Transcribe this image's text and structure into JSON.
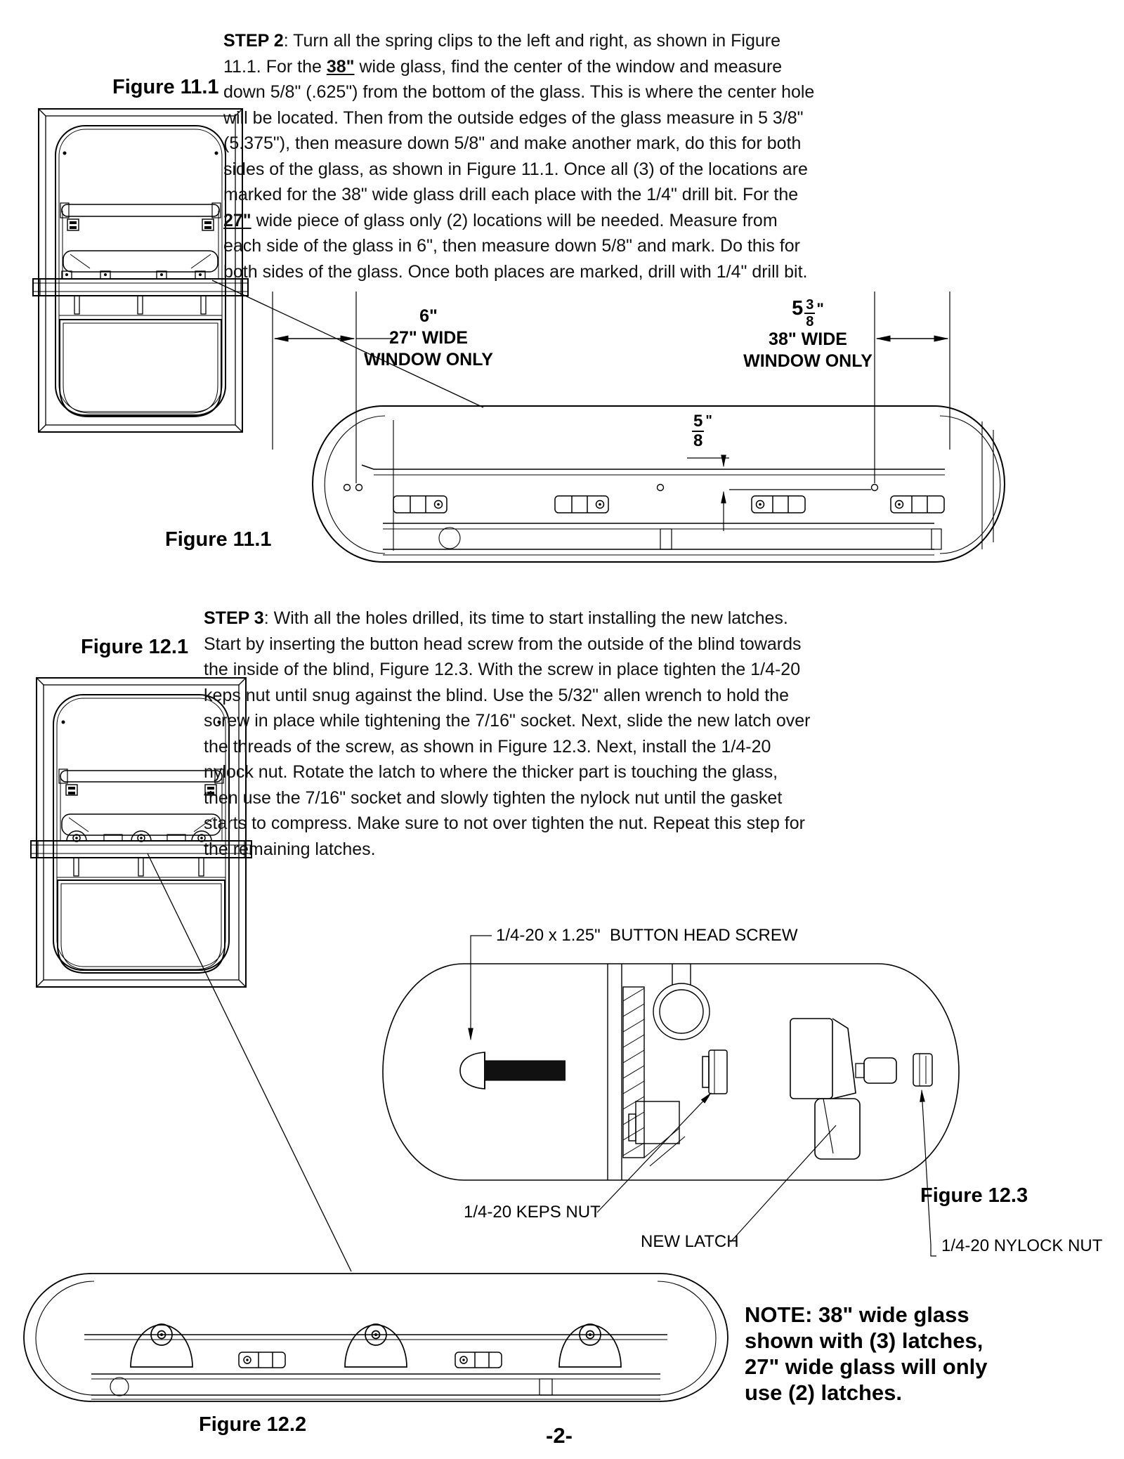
{
  "figures": {
    "fig11_top": "Figure 11.1",
    "fig11_bottom": "Figure 11.1",
    "fig12_1": "Figure 12.1",
    "fig12_2": "Figure 12.2",
    "fig12_3": "Figure 12.3"
  },
  "step2": {
    "label": "STEP 2",
    "t1": ": Turn all the spring clips to the left and right, as shown in Figure 11.1. For the ",
    "b1": "38\"",
    "t2": " wide glass, find the center of the window and measure down 5/8\" (.625\") from the bottom of the glass. This is where the center hole will be located. Then from the outside edges of the glass measure in 5 3/8\" (5.375\"), then measure down 5/8\" and make another mark, do this for both sides of the glass, as shown in Figure 11.1. Once all (3) of the locations are marked for the 38\" wide glass drill each place with the 1/4\" drill bit. For the ",
    "b2": "27\"",
    "t3": " wide piece of glass only (2) locations will be needed. Measure from each side of the glass in 6\", then measure down 5/8\" and mark. Do this for both sides of the glass. Once both places are marked, drill with 1/4\" drill bit."
  },
  "step3": {
    "label": "STEP 3",
    "text": ": With all the holes drilled, its time to start installing the new latches. Start by inserting the button head screw from the outside of the blind towards the inside of the blind, Figure 12.3. With the screw in place tighten the 1/4-20 keps nut until snug against the blind. Use the 5/32\" allen wrench to hold the screw in place while tightening the 7/16\" socket. Next, slide the new latch over the threads of the screw, as shown in Figure 12.3. Next, install the 1/4-20 nylock nut. Rotate the latch to where the thicker part is touching the glass, then use the 7/16\" socket and slowly tighten the nylock nut until the gasket starts to compress. Make sure to not over tighten the nut. Repeat this step for the remaining latches."
  },
  "dimensions": {
    "d27": {
      "value": "6\"",
      "line1": "27\" WIDE",
      "line2": "WINDOW ONLY"
    },
    "d38": {
      "whole": "5",
      "num": "3",
      "den": "8",
      "unit": "\"",
      "line1": "38\" WIDE",
      "line2": "WINDOW ONLY"
    },
    "d58": {
      "num": "5",
      "den": "8",
      "unit": "\""
    }
  },
  "part_labels": {
    "button_head_screw": "1/4-20 x 1.25\"  BUTTON HEAD SCREW",
    "keps_nut": "1/4-20 KEPS NUT",
    "new_latch": "NEW LATCH",
    "nylock_nut": "1/4-20 NYLOCK NUT"
  },
  "note": {
    "lines": [
      "NOTE: 38\" wide glass",
      "shown with (3) latches,",
      "27\" wide glass will only",
      "use (2) latches."
    ]
  },
  "page": {
    "number": "-2-"
  }
}
